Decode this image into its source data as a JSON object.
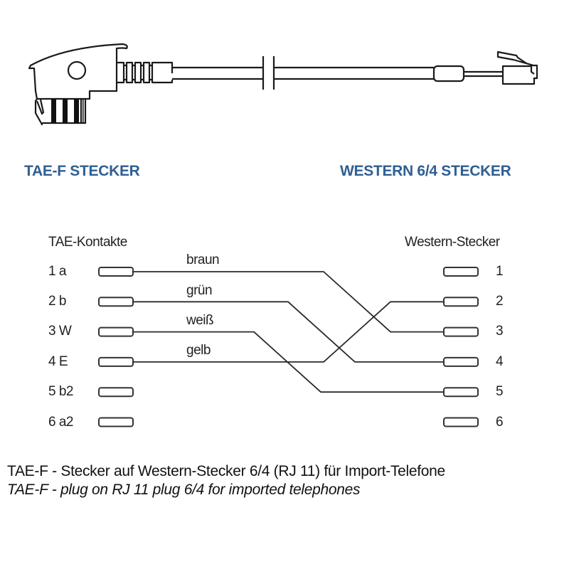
{
  "illustration": {
    "left_plug": "TAE-F plug",
    "right_plug": "RJ11 Western plug"
  },
  "labels": {
    "left_plug": "TAE-F STECKER",
    "right_plug": "WESTERN 6/4 STECKER",
    "color": "#2e5f93"
  },
  "diagram": {
    "left_header": "TAE-Kontakte",
    "right_header": "Western-Stecker",
    "tae_contacts": [
      {
        "label": "1 a"
      },
      {
        "label": "2 b"
      },
      {
        "label": "3 W"
      },
      {
        "label": "4 E"
      },
      {
        "label": "5 b2"
      },
      {
        "label": "6 a2"
      }
    ],
    "western_pins": [
      {
        "label": "1"
      },
      {
        "label": "2"
      },
      {
        "label": "3"
      },
      {
        "label": "4"
      },
      {
        "label": "5"
      },
      {
        "label": "6"
      }
    ],
    "wires": [
      {
        "color": "braun",
        "from_tae": 1,
        "to_western": 3
      },
      {
        "color": "grün",
        "from_tae": 2,
        "to_western": 4
      },
      {
        "color": "weiß",
        "from_tae": 3,
        "to_western": 5
      },
      {
        "color": "gelb",
        "from_tae": 4,
        "to_western": 2
      }
    ]
  },
  "caption": {
    "german": "TAE-F - Stecker auf Western-Stecker 6/4 (RJ 11) für Import-Telefone",
    "english": "TAE-F - plug on RJ 11 plug 6/4 for imported telephones"
  }
}
